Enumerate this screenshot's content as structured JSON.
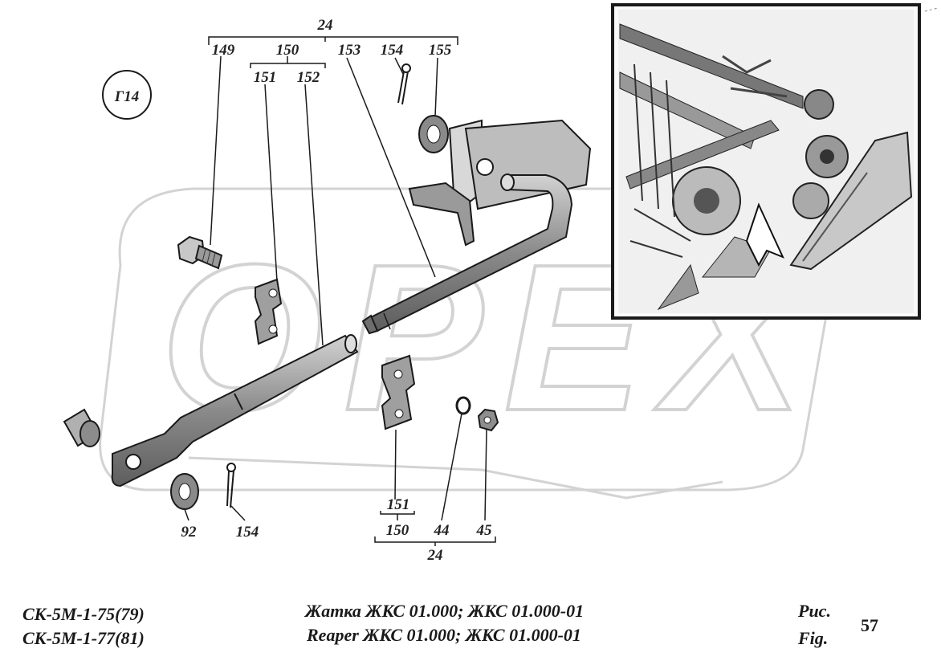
{
  "diagram": {
    "section_badge": "Г14",
    "watermark": "OPEX",
    "callouts": {
      "group_top": "24",
      "top_149": "149",
      "top_150": "150",
      "top_151": "151",
      "top_152": "152",
      "top_153": "153",
      "top_154": "154",
      "top_155": "155",
      "bottom_92": "92",
      "bottom_154": "154",
      "bottom_151": "151",
      "bottom_150": "150",
      "bottom_44": "44",
      "bottom_45": "45",
      "group_bottom": "24"
    }
  },
  "footer": {
    "model_line1": "СК-5М-1-75(79)",
    "model_line2": "СК-5М-1-77(81)",
    "title_ru": "Жатка ЖКС 01.000; ЖКС 01.000-01",
    "title_en": "Reaper ЖКС 01.000; ЖКС 01.000-01",
    "fig_ru": "Рис.",
    "fig_en": "Fig.",
    "fig_number": "57"
  },
  "colors": {
    "ink": "#1a1a1a",
    "part_fill": "#8c8c8c",
    "part_light": "#c8c8c8",
    "watermark": "#d6d6d6"
  }
}
